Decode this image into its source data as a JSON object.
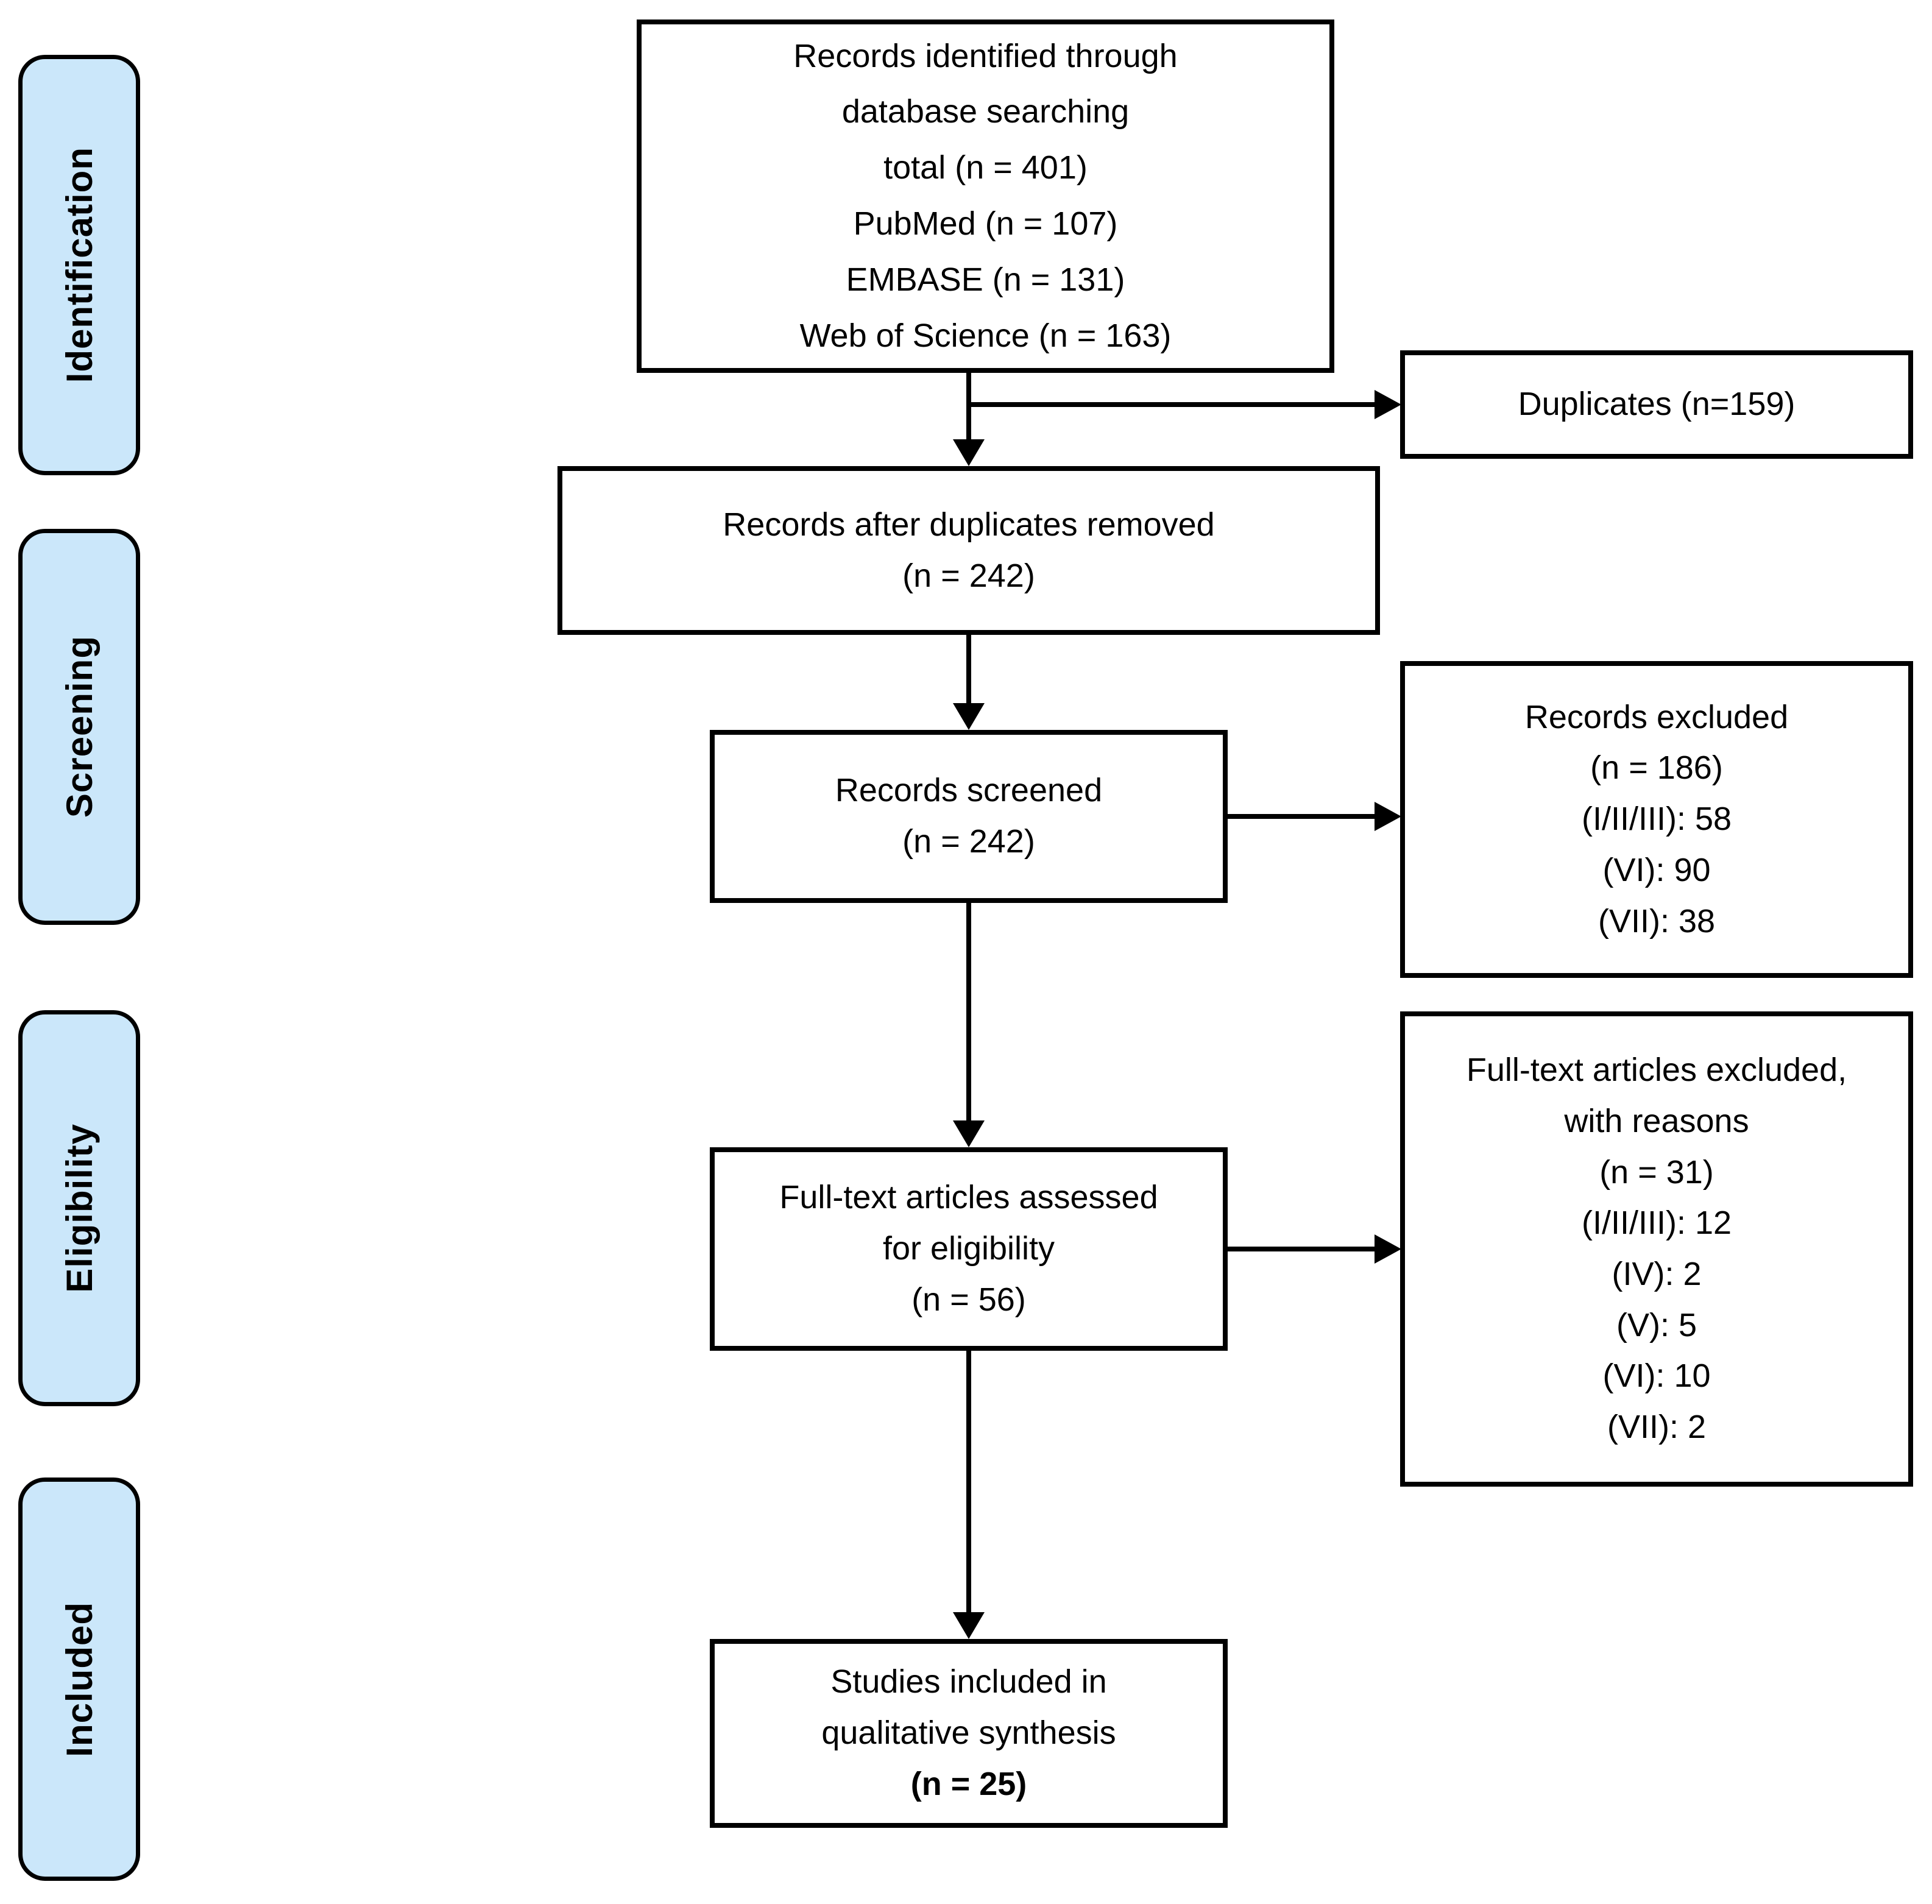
{
  "stages": [
    {
      "label": "Identification"
    },
    {
      "label": "Screening"
    },
    {
      "label": "Eligibility"
    },
    {
      "label": "Included"
    }
  ],
  "boxes": {
    "identified": {
      "lines": [
        "Records identified through",
        "database searching",
        "total (n = 401)",
        "PubMed (n = 107)",
        "EMBASE (n = 131)",
        "Web of Science (n = 163)"
      ]
    },
    "duplicates": {
      "lines": [
        "Duplicates (n=159)"
      ]
    },
    "after_duplicates": {
      "lines": [
        "Records after duplicates removed",
        "(n = 242)"
      ]
    },
    "screened": {
      "lines": [
        "Records screened",
        "(n = 242)"
      ]
    },
    "records_excluded": {
      "lines": [
        "Records excluded",
        "(n = 186)",
        "(I/II/III): 58",
        "(VI): 90",
        "(VII): 38"
      ]
    },
    "assessed": {
      "lines": [
        "Full-text articles assessed",
        "for eligibility",
        "(n = 56)"
      ]
    },
    "fulltext_excluded": {
      "lines": [
        "Full-text articles excluded,",
        "with reasons",
        "(n = 31)",
        "(I/II/III): 12",
        "(IV): 2",
        "(V): 5",
        "(VI): 10",
        "(VII): 2"
      ]
    },
    "included": {
      "lines": [
        "Studies included in",
        "qualitative synthesis",
        "(n = 25)"
      ]
    }
  },
  "colors": {
    "stage_fill": "#cbe7fa",
    "border": "#000000",
    "background": "#ffffff"
  }
}
